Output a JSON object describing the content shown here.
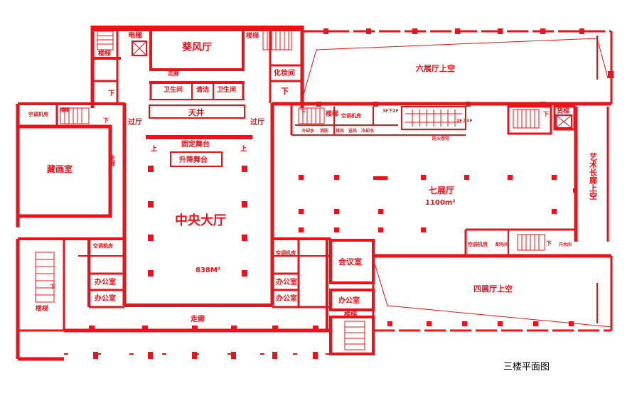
{
  "caption": "三楼平面图",
  "colors": {
    "line": "#e8141b",
    "background": "#ffffff",
    "caption": "#000000"
  },
  "rooms": {
    "elevator": "电梯",
    "stairs_nw": "楼梯",
    "kuifeng": "葵风厅",
    "stairs_ne": "楼梯",
    "makeup": "化妆间",
    "corridor_top": "走廊",
    "toilet_left": "卫生间",
    "cleaning": "清洁",
    "toilet_right": "卫生间",
    "patio": "天井",
    "passage_left": "过厅",
    "passage_right": "过厅",
    "fixed_stage": "固定舞台",
    "lift_stage": "升降舞台",
    "ac_room_west": "空调机房",
    "stairs_west": "楼梯",
    "corridor_west": "走廊",
    "collection": "藏画室",
    "central_hall": "中央大厅",
    "central_area": "838M²",
    "ac_room_sw_left": "空调机房",
    "stairs_sw": "楼梯",
    "office_1": "办公室",
    "office_2": "办公室",
    "ac_room_sw_right": "空调机房",
    "office_3": "办公室",
    "office_4": "办公室",
    "corridor_south": "走廊",
    "meeting": "会议室",
    "office_5": "办公室",
    "stairs_south": "楼梯",
    "hall6_void": "六展厅上空",
    "stairs_mid": "楼梯",
    "ac_room_mid": "空调机房",
    "hall7": "七展厅",
    "hall7_area": "1100m²",
    "fire_shutter": "防火卷帘",
    "freight_elevator": "货梯",
    "art_corridor_void": "艺术长廊上空",
    "ac_room_se": "空调机房",
    "distribution": "配电间",
    "pump_room": "开水间",
    "hall4_void": "四展厅上空",
    "small_labels": [
      "冷却水",
      "消防",
      "排风",
      "送风",
      "冷却水"
    ],
    "escalator_note_left": "3F下2F",
    "escalator_note_right": "2F上3F"
  },
  "markers": {
    "down": "下",
    "up": "上"
  }
}
